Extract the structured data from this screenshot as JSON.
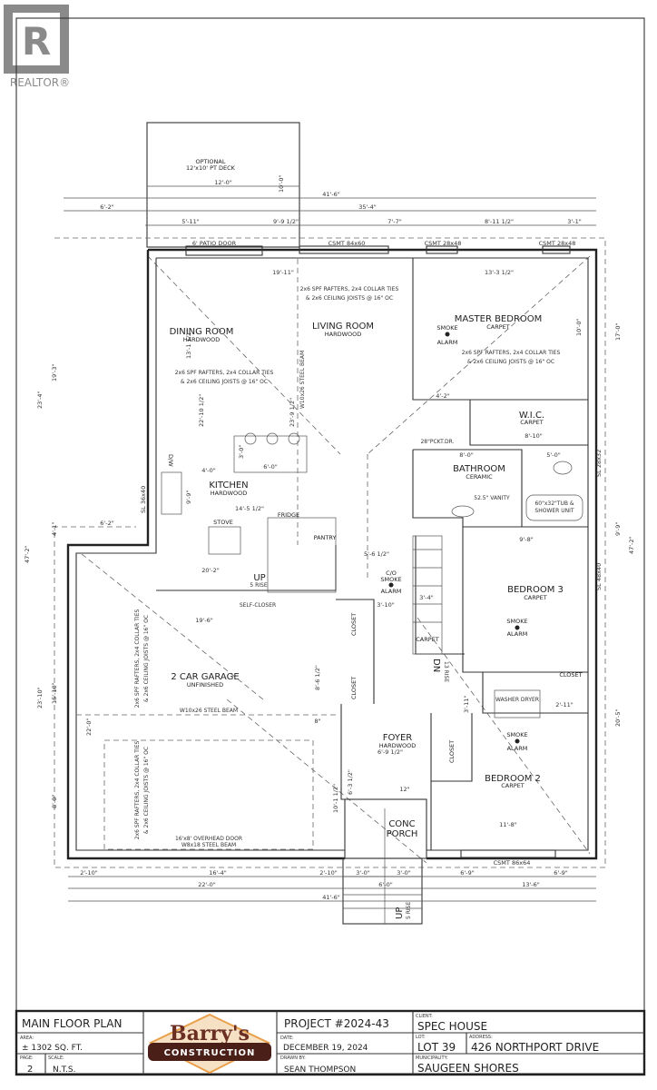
{
  "watermark": {
    "realtor": "REALTOR®"
  },
  "deck": {
    "label1": "OPTIONAL",
    "label2": "12'x10' PT DECK",
    "width": "12'-0\"",
    "depth": "10'-0\""
  },
  "top_dims": {
    "overall": "41'-6\"",
    "upper": "35'-4\"",
    "left": "6'-2\"",
    "segments": [
      "5'-11\"",
      "9'-9 1/2\"",
      "7'-7\"",
      "8'-11 1/2\"",
      "3'-1\""
    ]
  },
  "openings": {
    "patio": "6' PATIO DOOR",
    "csmt1": "CSMT 84x60",
    "csmt2": "CSMT 28x48",
    "csmt3": "CSMT 28x48",
    "csmt_bottom": "CSMT 86x64",
    "csmt_side": "SL 48x40",
    "sl_left": "SL 36x40",
    "side_window": "SL 28x32"
  },
  "rooms": [
    {
      "name": "DINING ROOM",
      "floor": "HARDWOOD"
    },
    {
      "name": "LIVING ROOM",
      "floor": "HARDWOOD"
    },
    {
      "name": "MASTER BEDROOM",
      "floor": "CARPET"
    },
    {
      "name": "W.I.C.",
      "floor": "CARPET"
    },
    {
      "name": "BATHROOM",
      "floor": "CERAMIC"
    },
    {
      "name": "KITCHEN",
      "floor": "HARDWOOD"
    },
    {
      "name": "BEDROOM 3",
      "floor": "CARPET"
    },
    {
      "name": "2 CAR GARAGE",
      "floor": "UNFINISHED"
    },
    {
      "name": "FOYER",
      "floor": "HARDWOOD"
    },
    {
      "name": "BEDROOM 2",
      "floor": "CARPET"
    },
    {
      "name": "CONC",
      "floor": "PORCH"
    }
  ],
  "labels": {
    "pantry": "PANTRY",
    "stove": "STOVE",
    "fridge": "FRIDGE",
    "dw": "D/W",
    "closet": "CLOSET",
    "carpet": "CARPET",
    "up": "UP",
    "rise5": "5 RISE",
    "self_closer": "SELF-CLOSER",
    "dn": "DN",
    "rise13": "13 RISE",
    "smoke": "SMOKE",
    "alarm": "ALARM",
    "co": "C/O",
    "pocket": "28\"PCKT.DR.",
    "vanity": "52.5\" VANITY",
    "tub1": "60\"x32\"TUB &",
    "tub2": "SHOWER UNIT",
    "washer": "WASHER DRYER",
    "steel_beam": "W10x26 STEEL BEAM",
    "steel_beam2": "W10x26 STEEL BEAM",
    "overhead1": "16'x8' OVERHEAD DOOR",
    "overhead2": "W8x18 STEEL BEAM"
  },
  "notes": {
    "rafters": "2x6 SPF RAFTERS, 2x4 COLLAR TIES",
    "joists": "& 2x6 CEILING JOISTS @ 16\" OC"
  },
  "dims": {
    "d19_11": "19'-11\"",
    "d13_3": "13'-3 1/2\"",
    "d10_0": "10'-0\"",
    "d13_1": "13'-1 1/2\"",
    "d22_10": "22'-10 1/2\"",
    "d23_9": "23'-9 1/2\"",
    "d4_2": "4'-2\"",
    "d8_10": "8'-10\"",
    "d8_0": "8'-0\"",
    "d5_0": "5'-0\"",
    "d4_0": "4'-0\"",
    "d6_0": "6'-0\"",
    "d3_0": "3'-0\"",
    "d14_5": "14'-5 1/2\"",
    "d9_9": "9'-9\"",
    "d5_6": "5'-6 1/2\"",
    "d20_2": "20'-2\"",
    "d19_6": "19'-6\"",
    "d3_10": "3'-10\"",
    "d3_4": "3'-4\"",
    "d9_8": "9'-8\"",
    "d8_6": "8'-6 1/2\"",
    "d22_0": "22'-0\"",
    "d6_9": "6'-9 1/2\"",
    "d6_3": "6'-3 1/2\"",
    "d10_1": "10'-1 1/2\"",
    "d11_8": "11'-8\"",
    "d3_11": "3'-11\"",
    "d2_11": "2'-11\"",
    "d8": "8\"",
    "d12": "12\"",
    "d8_0b": "8'-0\"",
    "d19_3": "19'-3\"",
    "d23_4": "23'-4\"",
    "d4_1": "4'-1\"",
    "d47_2": "47'-2\"",
    "d23_10": "23'-10\"",
    "d15_10": "15'-10\"",
    "d17_0": "17'-0\"",
    "d9_9r": "9'-9\"",
    "d20_5": "20'-5\"",
    "d47_2r": "47'-2\"",
    "d6_2": "6'-2\""
  },
  "bottom_dims": {
    "segments": [
      "2'-10\"",
      "16'-4\"",
      "2'-10\"",
      "3'-0\"",
      "3'-0\"",
      "6'-9\"",
      "6'-9\""
    ],
    "mid": [
      "22'-0\"",
      "6'-0\"",
      "13'-6\""
    ],
    "overall": "41'-6\""
  },
  "title_block": {
    "sheet_title": "MAIN FLOOR PLAN",
    "area_label": "AREA:",
    "area": "± 1302 SQ. FT.",
    "page_label": "PAGE:",
    "page": "2",
    "scale_label": "SCALE:",
    "scale": "N.T.S.",
    "logo_name": "Barry's",
    "logo_sub": "CONSTRUCTION",
    "project": "PROJECT #2024-43",
    "date_label": "DATE:",
    "date": "DECEMBER 19, 2024",
    "drawn_label": "DRAWN BY:",
    "drawn_by": "SEAN THOMPSON",
    "client_label": "CLIENT:",
    "client": "SPEC HOUSE",
    "lot_label": "LOT:",
    "lot": "LOT 39",
    "address_label": "ADDRESS:",
    "address": "426 NORTHPORT DRIVE",
    "municipality_label": "MUNICIPALITY:",
    "municipality": "SAUGEEN SHORES"
  },
  "colors": {
    "logo_brown": "#6b2e22",
    "logo_orange": "#e9a04a",
    "line": "#222222"
  }
}
